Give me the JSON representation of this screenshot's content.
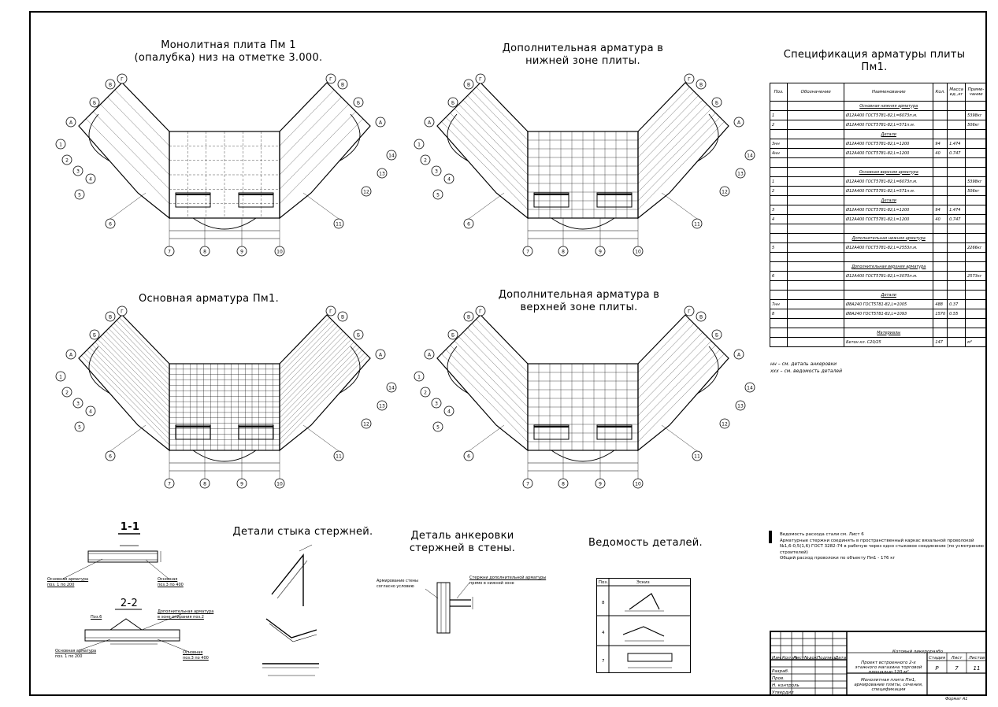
{
  "titles": {
    "plan1": "Монолитная плита Пм 1\n(опалубка)  низ на отметке 3.000.",
    "plan2": "Дополнительная арматура в\nнижней зоне плиты.",
    "plan3": "Основная арматура Пм1.",
    "plan4": "Дополнительная арматура в\nверхней зоне плиты.",
    "spec": "Спецификация арматуры плиты\nПм1.",
    "section11": "1-1",
    "section22": "2-2",
    "joint": "Детали стыка стержней.",
    "anchor": "Деталь анкеровки\nстержней в стены.",
    "vedomost": "Ведомость деталей."
  },
  "axes": {
    "bottom": [
      "7",
      "8",
      "9",
      "10"
    ],
    "letters": [
      "А",
      "Б",
      "В",
      "Г"
    ],
    "numbers_left": [
      "1",
      "2",
      "3",
      "4",
      "5",
      "6"
    ],
    "numbers_right": [
      "11",
      "12",
      "13",
      "14"
    ]
  },
  "spec_table": {
    "headers": [
      "Поз.",
      "Обозначение",
      "Наименование",
      "Кол.",
      "Масса ед.,кг",
      "Приме-чание"
    ],
    "rows": [
      {
        "type": "section",
        "name": "Основная нижняя арматура"
      },
      {
        "pos": "1",
        "name": "Ø12А400 ГОСТ5781-82,L=6073п.м.",
        "qty": "",
        "mass": "",
        "note": "5398кг"
      },
      {
        "pos": "2",
        "name": "Ø12А400 ГОСТ5781-82,L=571п.м.",
        "qty": "",
        "mass": "",
        "note": "506кг"
      },
      {
        "type": "section",
        "name": "Детали"
      },
      {
        "pos": "3нн",
        "name": "Ø12А400 ГОСТ5781-82,L=1200",
        "qty": "94",
        "mass": "1.474",
        "note": ""
      },
      {
        "pos": "4нн",
        "name": "Ø12А400 ГОСТ5781-82,L=1200",
        "qty": "40",
        "mass": "0.747",
        "note": ""
      },
      {
        "type": "empty"
      },
      {
        "type": "section",
        "name": "Основная верхняя арматура"
      },
      {
        "pos": "1",
        "name": "Ø12А400 ГОСТ5781-82,L=6073п.м.",
        "qty": "",
        "mass": "",
        "note": "5398кг"
      },
      {
        "pos": "2",
        "name": "Ø12А400 ГОСТ5781-82,L=571п.м.",
        "qty": "",
        "mass": "",
        "note": "506кг"
      },
      {
        "type": "section",
        "name": "Детали"
      },
      {
        "pos": "3",
        "name": "Ø12А400 ГОСТ5781-82,L=1200",
        "qty": "94",
        "mass": "1.474",
        "note": ""
      },
      {
        "pos": "4",
        "name": "Ø12А400 ГОСТ5781-82,L=1200",
        "qty": "40",
        "mass": "0.747",
        "note": ""
      },
      {
        "type": "empty"
      },
      {
        "type": "section",
        "name": "Дополнительная нижняя арматура"
      },
      {
        "pos": "5",
        "name": "Ø12А400 ГОСТ5781-82,L=2553п.м.",
        "qty": "",
        "mass": "",
        "note": "2266кг"
      },
      {
        "type": "empty"
      },
      {
        "type": "section",
        "name": "Дополнительная верхняя арматура"
      },
      {
        "pos": "6",
        "name": "Ø12А400 ГОСТ5781-82,L=3070п.м.",
        "qty": "",
        "mass": "",
        "note": "2573кг"
      },
      {
        "type": "empty"
      },
      {
        "type": "section",
        "name": "Детали"
      },
      {
        "pos": "7нн",
        "name": "Ø8А240 ГОСТ5781-82,L=1005",
        "qty": "488",
        "mass": "0.37",
        "note": ""
      },
      {
        "pos": "8",
        "name": "Ø8А240 ГОСТ5781-82,L=1093",
        "qty": "1570",
        "mass": "0.55",
        "note": ""
      },
      {
        "type": "empty"
      },
      {
        "type": "section",
        "name": "Материалы"
      },
      {
        "pos": "",
        "name": "Бетон кл. С20/25",
        "qty": "147",
        "mass": "",
        "note": "м³"
      }
    ]
  },
  "spec_notes": [
    "нн – см. деталь анкеровки",
    "ххх – см. ведомость деталей"
  ],
  "general_notes": [
    "Ведомость расхода стали см. Лист 6",
    "Арматурные стержни соединять в пространственный каркас вязальной проволокой",
    "№1,6-0,5(1,6) ГОСТ 3282-74 в рабочую через одно стыковое соединение (по усмотрению строителей)",
    "Общий расход проволоки по объекту Пм1 - 176 кг"
  ],
  "section_labels": {
    "s11_a": "Основная арматура",
    "s11_b": "поз. 1 по 200",
    "s11_c": "Основная",
    "s11_d": "поз.3 по 400",
    "s22_a": "Дополнительная арматура",
    "s22_b": "в зоне опирания поз.2",
    "s22_c": "Поз.6",
    "s22_d": "Основная арматура",
    "s22_e": "поз. 1 по 200",
    "s22_f": "Основная",
    "s22_g": "поз.3 по 400",
    "anchor_a": "Армирование стены",
    "anchor_b": "согласно условию",
    "anchor_c": "Стержни дополнительной арматуры",
    "anchor_d": "прямо в нижней зоне"
  },
  "vedomost_table": {
    "headers": [
      "Поз.",
      "Эскиз"
    ],
    "rows": [
      "8",
      "4",
      "7"
    ]
  },
  "stamp": {
    "org": "Котовый ликероразбо",
    "project": "Проект встроенного 2-х этажного магазина торговой площадью 120 м²",
    "sheet_title": "Монолитная плита Пм1, армирование плиты, сечения, спецификация",
    "stage_label": "Стадия",
    "sheet_label": "Лист",
    "sheets_label": "Листов",
    "stage": "Р",
    "sheet": "7",
    "sheets": "11",
    "format": "Формат  А1",
    "row_labels": [
      "Изм.",
      "Кол.уч",
      "Лист",
      "№док",
      "Подпись",
      "Дата"
    ],
    "roles": [
      "Разраб.",
      "Пров.",
      "Н. контроль",
      "Утвердил"
    ]
  }
}
